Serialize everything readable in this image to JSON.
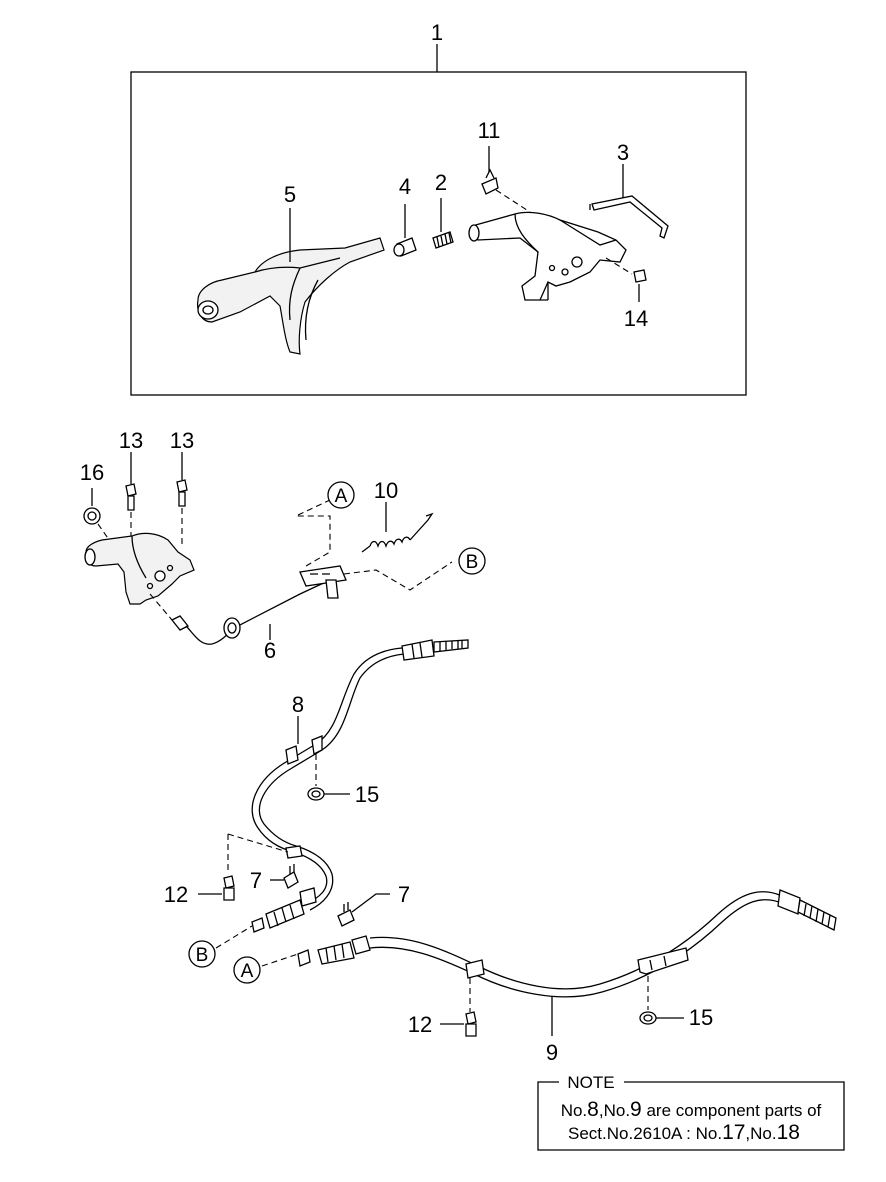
{
  "callouts": {
    "c1": "1",
    "c2": "2",
    "c3": "3",
    "c4": "4",
    "c5": "5",
    "c6": "6",
    "c7a": "7",
    "c7b": "7",
    "c8": "8",
    "c9": "9",
    "c10": "10",
    "c11": "11",
    "c12a": "12",
    "c12b": "12",
    "c13a": "13",
    "c13b": "13",
    "c14": "14",
    "c15a": "15",
    "c15b": "15",
    "c16": "16"
  },
  "connectors": {
    "a_top": "A",
    "b_top": "B",
    "a_bottom": "A",
    "b_bottom": "B"
  },
  "note": {
    "title": "NOTE",
    "l1_pre": "No.",
    "l1_n1": "8",
    "l1_mid": ",No.",
    "l1_n2": "9",
    "l1_post": " are component parts of",
    "l2_pre": "Sect.No.2610A : No.",
    "l2_n1": "17",
    "l2_mid": ",No.",
    "l2_n2": "18"
  }
}
